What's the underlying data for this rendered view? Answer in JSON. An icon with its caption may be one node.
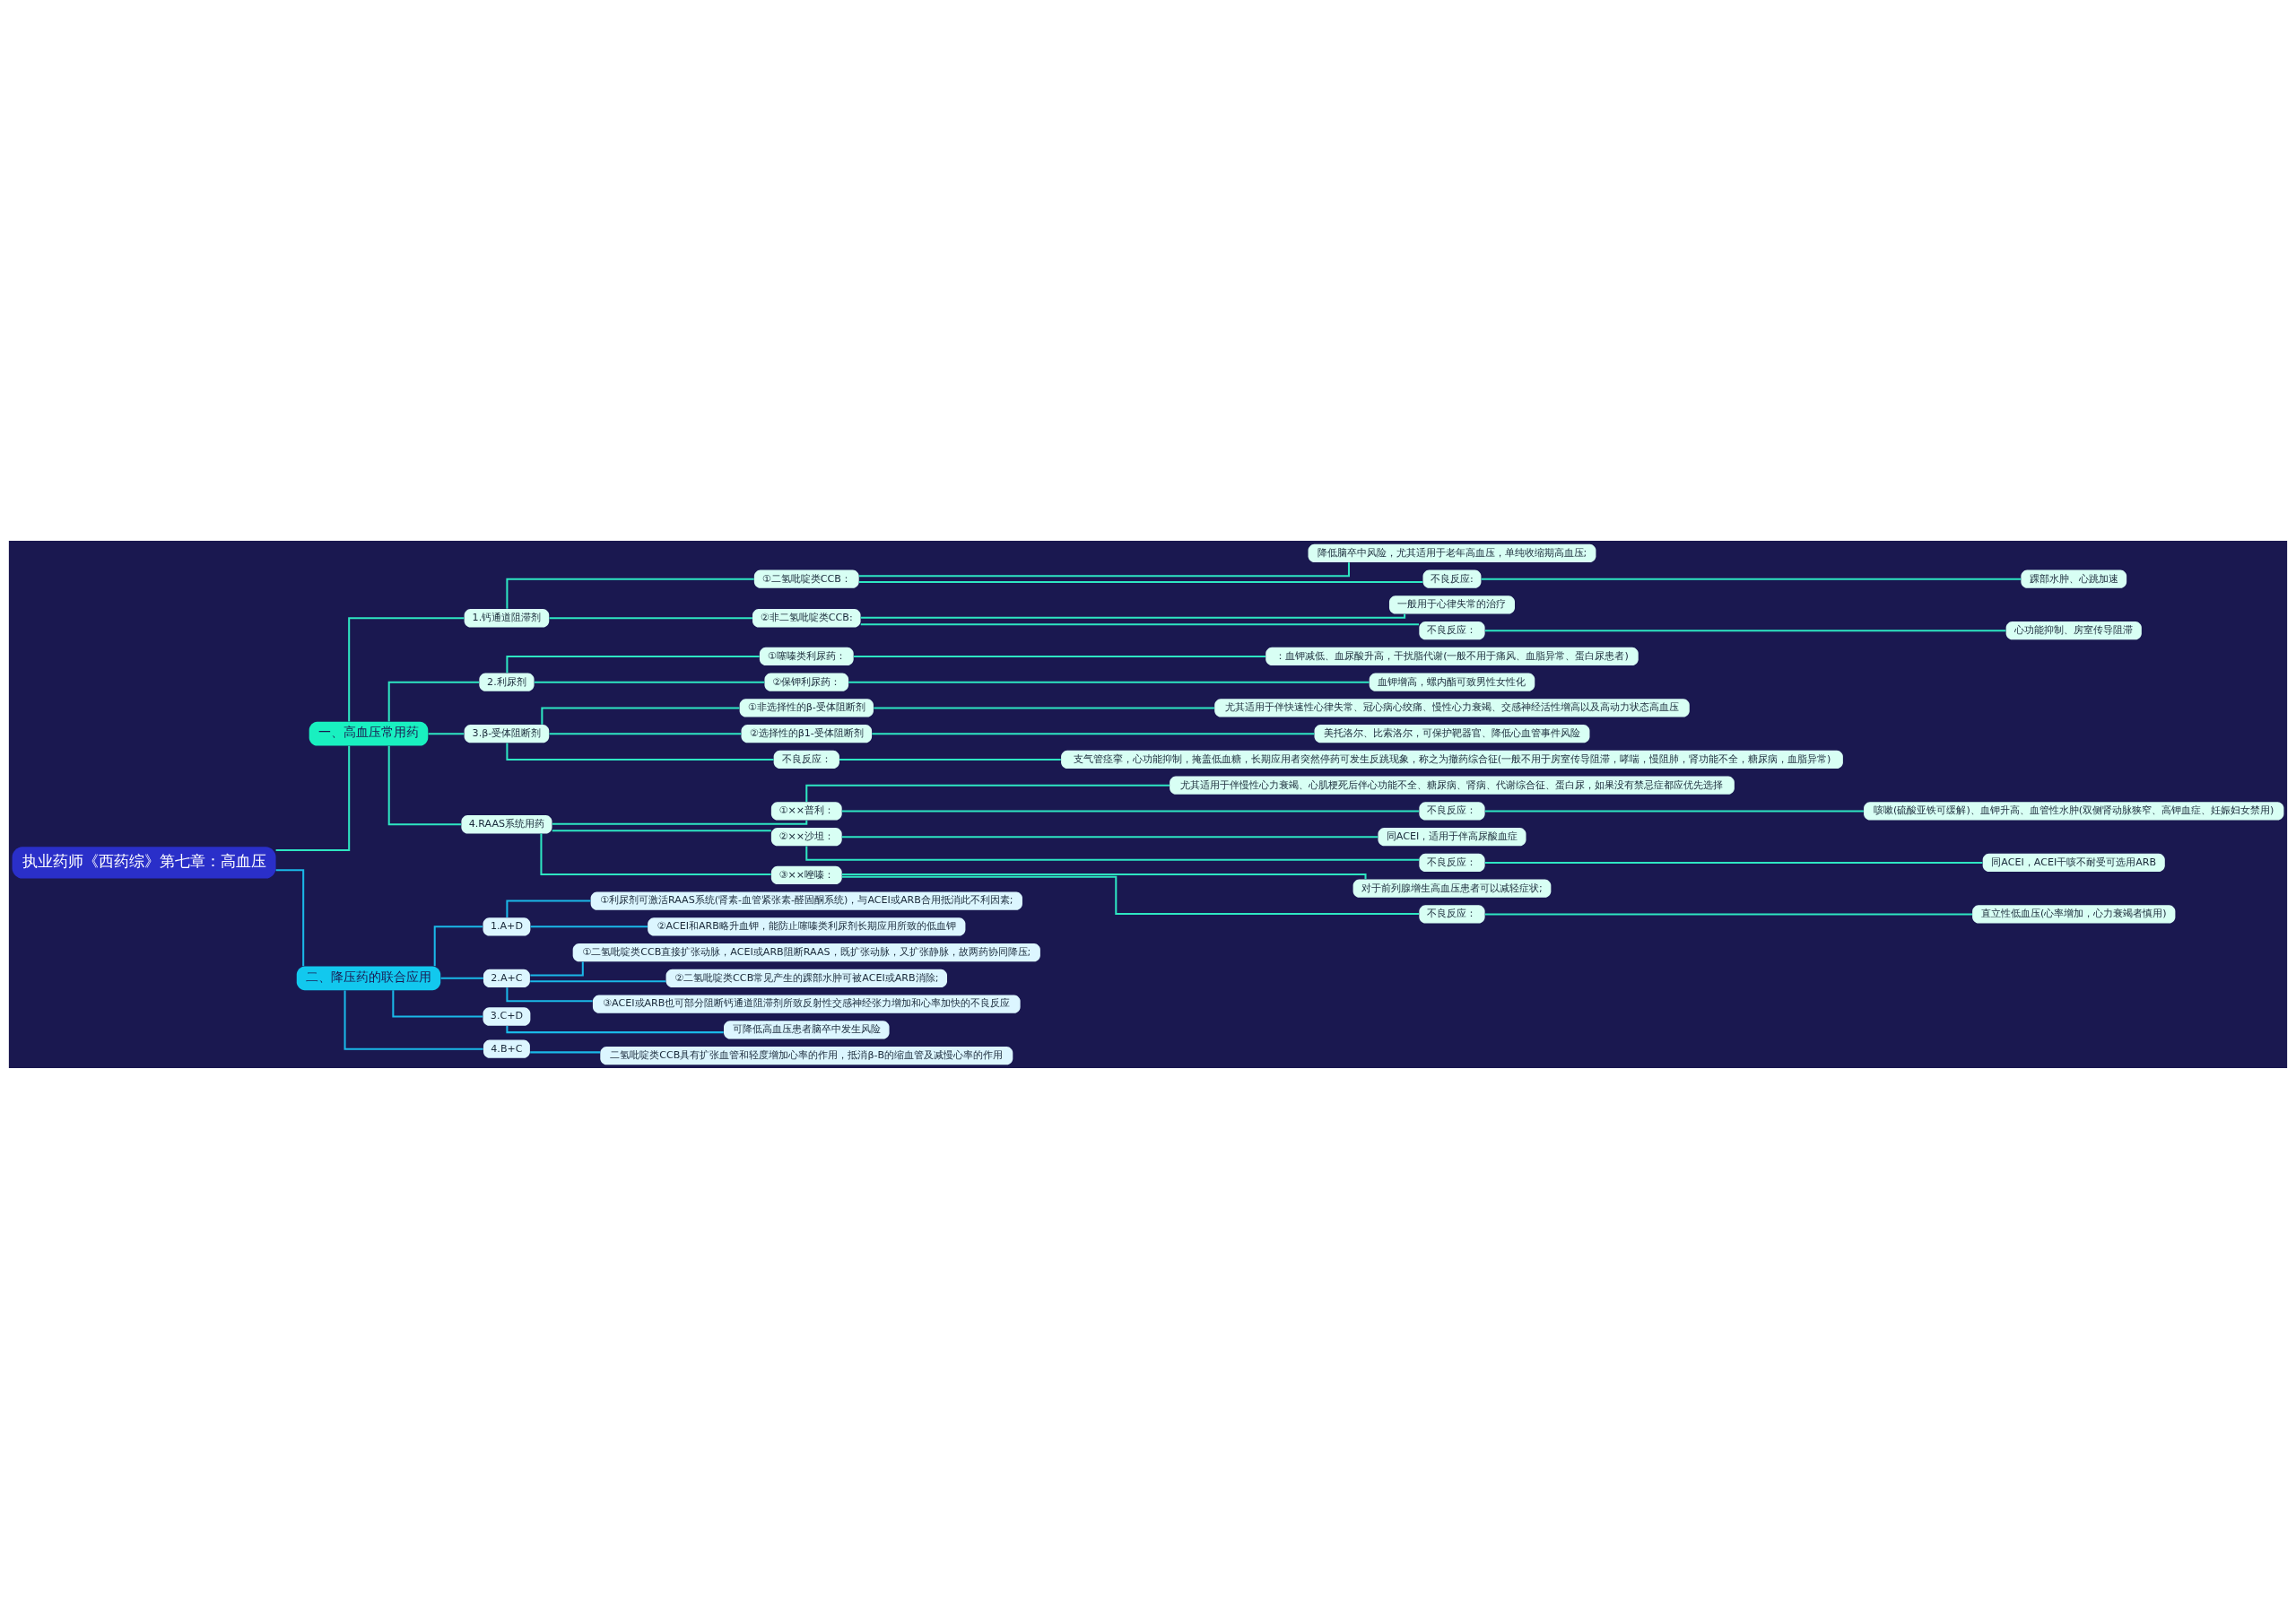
{
  "diagram": {
    "nodes": [
      {
        "text": [
          "执业药师《西药综》第七章：高血压"
        ]
      },
      {
        "text": [
          "一、高血压常用药"
        ]
      },
      {
        "text": [
          "1.钙通道阻滞剂"
        ]
      },
      {
        "text": [
          "①二氢吡啶类CCB："
        ]
      },
      {
        "text": [
          "降低脑卒中风险，尤其适用于老年高血压，单纯收缩期高血压;"
        ]
      },
      {
        "text": [
          "不良反应:"
        ]
      },
      {
        "text": [
          "踝部水肿、心跳加速"
        ]
      },
      {
        "text": [
          "②非二氢吡啶类CCB:"
        ]
      },
      {
        "text": [
          "一般用于心律失常的治疗"
        ]
      },
      {
        "text": [
          "不良反应："
        ]
      },
      {
        "text": [
          "心功能抑制、房室传导阻滞"
        ]
      },
      {
        "text": [
          "2.利尿剂"
        ]
      },
      {
        "text": [
          "①噻嗪类利尿药："
        ]
      },
      {
        "text": [
          "：血钾减低、血尿酸升高，干扰脂代谢(一般不用于痛风、血脂异常、蛋白尿患者)"
        ]
      },
      {
        "text": [
          "②保钾利尿药："
        ]
      },
      {
        "text": [
          "血钾增高，螺内酯可致男性女性化"
        ]
      },
      {
        "text": [
          "3.β-受体阻断剂"
        ]
      },
      {
        "text": [
          "①非选择性的β-受体阻断剂"
        ]
      },
      {
        "text": [
          "尤其适用于伴快速性心律失常、冠心病心绞痛、慢性心力衰竭、交感神经活性增高以及高动力状态高血压"
        ]
      },
      {
        "text": [
          "②选择性的β1-受体阻断剂"
        ]
      },
      {
        "text": [
          "美托洛尔、比索洛尔，可保护靶器官、降低心血管事件风险"
        ]
      },
      {
        "text": [
          "不良反应："
        ]
      },
      {
        "text": [
          "支气管痉挛，心功能抑制，掩盖低血糖，长期应用者突然停药可发生反跳现象，称之为撤药综合征(一般不用于房室传导阻滞，哮喘，慢阻肺，肾功能不全，糖尿病，血脂异常)"
        ]
      },
      {
        "text": [
          "4.RAAS系统用药"
        ]
      },
      {
        "text": [
          "①××普利："
        ]
      },
      {
        "text": [
          "尤其适用于伴慢性心力衰竭、心肌梗死后伴心功能不全、糖尿病、肾病、代谢综合征、蛋白尿，如果没有禁忌症都应优先选择"
        ]
      },
      {
        "text": [
          "不良反应："
        ]
      },
      {
        "text": [
          "咳嗽(硫酸亚铁可缓解)、血钾升高、血管性水肿(双侧肾动脉狭窄、高钾血症、妊娠妇女禁用)"
        ]
      },
      {
        "text": [
          "②××沙坦："
        ]
      },
      {
        "text": [
          "同ACEI，适用于伴高尿酸血症"
        ]
      },
      {
        "text": [
          "不良反应："
        ]
      },
      {
        "text": [
          "同ACEI，ACEI干咳不耐受可选用ARB"
        ]
      },
      {
        "text": [
          "③××唑嗪："
        ]
      },
      {
        "text": [
          "对于前列腺增生高血压患者可以减轻症状;"
        ]
      },
      {
        "text": [
          "不良反应："
        ]
      },
      {
        "text": [
          "直立性低血压(心率增加，心力衰竭者慎用)"
        ]
      },
      {
        "text": [
          "二、降压药的联合应用"
        ]
      },
      {
        "text": [
          "1.A+D"
        ]
      },
      {
        "text": [
          "①利尿剂可激活RAAS系统(肾素-血管紧张素-醛固酮系统)，与ACEI或ARB合用抵消此不利因素;"
        ]
      },
      {
        "text": [
          "②ACEI和ARB略升血钾，能防止噻嗪类利尿剂长期应用所致的低血钾"
        ]
      },
      {
        "text": [
          "2.A+C"
        ]
      },
      {
        "text": [
          "①二氢吡啶类CCB直接扩张动脉，ACEI或ARB阻断RAAS，既扩张动脉，又扩张静脉，故两药协同降压;"
        ]
      },
      {
        "text": [
          "②二氢吡啶类CCB常见产生的踝部水肿可被ACEI或ARB消除;"
        ]
      },
      {
        "text": [
          "③ACEI或ARB也可部分阻断钙通道阻滞剂所致反射性交感神经张力增加和心率加快的不良反应"
        ]
      },
      {
        "text": [
          "3.C+D"
        ]
      },
      {
        "text": [
          "可降低高血压患者脑卒中发生风险"
        ]
      },
      {
        "text": [
          "4.B+C"
        ]
      },
      {
        "text": [
          "二氢吡啶类CCB具有扩张血管和轻度增加心率的作用，抵消β-B的缩血管及减慢心率的作用"
        ]
      }
    ],
    "edges": [
      {
        "from": 0,
        "to": 1,
        "arrow": "none"
      },
      {
        "from": 1,
        "to": 2,
        "arrow": "none"
      },
      {
        "from": 2,
        "to": 3,
        "arrow": "none"
      },
      {
        "from": 3,
        "to": 4,
        "arrow": "none"
      },
      {
        "from": 3,
        "to": 5,
        "arrow": "none"
      },
      {
        "from": 5,
        "to": 6,
        "arrow": "none"
      },
      {
        "from": 2,
        "to": 7,
        "arrow": "none"
      },
      {
        "from": 7,
        "to": 8,
        "arrow": "none"
      },
      {
        "from": 7,
        "to": 9,
        "arrow": "none"
      },
      {
        "from": 9,
        "to": 10,
        "arrow": "none"
      },
      {
        "from": 1,
        "to": 11,
        "arrow": "none"
      },
      {
        "from": 11,
        "to": 12,
        "arrow": "none"
      },
      {
        "from": 12,
        "to": 13,
        "arrow": "none"
      },
      {
        "from": 11,
        "to": 14,
        "arrow": "none"
      },
      {
        "from": 14,
        "to": 15,
        "arrow": "none"
      },
      {
        "from": 1,
        "to": 16,
        "arrow": "none"
      },
      {
        "from": 16,
        "to": 17,
        "arrow": "none"
      },
      {
        "from": 17,
        "to": 18,
        "arrow": "none"
      },
      {
        "from": 16,
        "to": 19,
        "arrow": "none"
      },
      {
        "from": 19,
        "to": 20,
        "arrow": "none"
      },
      {
        "from": 16,
        "to": 21,
        "arrow": "none"
      },
      {
        "from": 21,
        "to": 22,
        "arrow": "none"
      },
      {
        "from": 1,
        "to": 23,
        "arrow": "none"
      },
      {
        "from": 23,
        "to": 24,
        "arrow": "none"
      },
      {
        "from": 24,
        "to": 25,
        "arrow": "none"
      },
      {
        "from": 24,
        "to": 26,
        "arrow": "none"
      },
      {
        "from": 26,
        "to": 27,
        "arrow": "none"
      },
      {
        "from": 23,
        "to": 28,
        "arrow": "none"
      },
      {
        "from": 28,
        "to": 29,
        "arrow": "none"
      },
      {
        "from": 28,
        "to": 30,
        "arrow": "none"
      },
      {
        "from": 30,
        "to": 31,
        "arrow": "none"
      },
      {
        "from": 23,
        "to": 32,
        "arrow": "none"
      },
      {
        "from": 32,
        "to": 33,
        "arrow": "none"
      },
      {
        "from": 32,
        "to": 34,
        "arrow": "none"
      },
      {
        "from": 34,
        "to": 35,
        "arrow": "none"
      },
      {
        "from": 0,
        "to": 36,
        "arrow": "none",
        "color": "#1ab8e8"
      },
      {
        "from": 36,
        "to": 37,
        "arrow": "none",
        "color": "#1ab8e8"
      },
      {
        "from": 37,
        "to": 38,
        "arrow": "none",
        "color": "#1ab8e8"
      },
      {
        "from": 37,
        "to": 39,
        "arrow": "none",
        "color": "#1ab8e8"
      },
      {
        "from": 36,
        "to": 40,
        "arrow": "none",
        "color": "#1ab8e8"
      },
      {
        "from": 40,
        "to": 41,
        "arrow": "none",
        "color": "#1ab8e8"
      },
      {
        "from": 40,
        "to": 42,
        "arrow": "none",
        "color": "#1ab8e8"
      },
      {
        "from": 40,
        "to": 43,
        "arrow": "none",
        "color": "#1ab8e8"
      },
      {
        "from": 36,
        "to": 44,
        "arrow": "none",
        "color": "#1ab8e8"
      },
      {
        "from": 44,
        "to": 45,
        "arrow": "none",
        "color": "#1ab8e8"
      },
      {
        "from": 36,
        "to": 46,
        "arrow": "none",
        "color": "#1ab8e8"
      },
      {
        "from": 46,
        "to": 47,
        "arrow": "none",
        "color": "#1ab8e8"
      }
    ]
  }
}
